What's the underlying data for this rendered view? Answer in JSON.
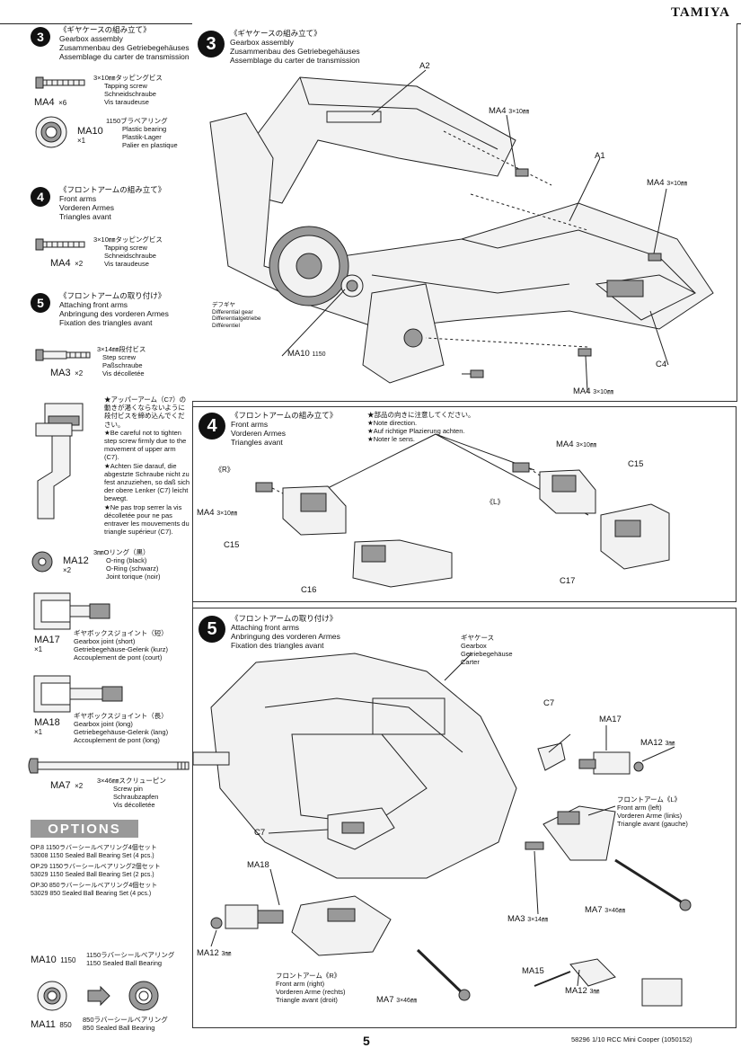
{
  "brand": "TAMIYA",
  "sidebar": {
    "step3": {
      "num": "3",
      "jp": "《ギヤケースの組み立て》",
      "en": "Gearbox assembly",
      "de": "Zusammenbau des Getriebegehäuses",
      "fr": "Assemblage du carter de transmission"
    },
    "ma4_a": {
      "code": "MA4",
      "qty": "×6",
      "jp": "3×10㎜タッピングビス",
      "en": "Tapping screw",
      "de": "Schneidschraube",
      "fr": "Vis taraudeuse"
    },
    "ma10": {
      "code": "MA10",
      "qty": "×1",
      "jp": "1150ブラベアリング",
      "en": "Plastic bearing",
      "de": "Plastik-Lager",
      "fr": "Palier en plastique"
    },
    "step4": {
      "num": "4",
      "jp": "《フロントアームの組み立て》",
      "en": "Front arms",
      "de": "Vorderen Armes",
      "fr": "Triangles avant"
    },
    "ma4_b": {
      "code": "MA4",
      "qty": "×2",
      "jp": "3×10㎜タッピングビス",
      "en": "Tapping screw",
      "de": "Schneidschraube",
      "fr": "Vis taraudeuse"
    },
    "step5": {
      "num": "5",
      "jp": "《フロントアームの取り付け》",
      "en": "Attaching front arms",
      "de": "Anbringung des vorderen Armes",
      "fr": "Fixation des triangles avant"
    },
    "ma3": {
      "code": "MA3",
      "qty": "×2",
      "jp": "3×14㎜段付ビス",
      "en": "Step screw",
      "de": "Paßschraube",
      "fr": "Vis décolletée"
    },
    "warning": {
      "jp": "★アッパーアーム（C7）の動きが渇くならないように段付ビスを締め込んでください。",
      "en": "★Be careful not to tighten step screw firmly due to the movement of upper arm (C7).",
      "de": "★Achten Sie darauf, die abgestzte Schraube nicht zu fest anzuziehen, so daß sich der obere Lenker (C7) leicht bewegt.",
      "fr": "★Ne pas trop serrer la vis décolletée pour ne pas entraver les mouvements du triangle supérieur (C7)."
    },
    "ma12": {
      "code": "MA12",
      "qty": "×2",
      "jp": "3㎜Oリング（黒）",
      "en": "O-ring (black)",
      "de": "O-Ring (schwarz)",
      "fr": "Joint torique (noir)"
    },
    "ma17": {
      "code": "MA17",
      "qty": "×1",
      "jp": "ギヤボックスジョイント（短）",
      "en": "Gearbox joint (short)",
      "de": "Getriebegehäuse-Gelenk (kurz)",
      "fr": "Accouplement de pont (court)"
    },
    "ma18": {
      "code": "MA18",
      "qty": "×1",
      "jp": "ギヤボックスジョイント（長）",
      "en": "Gearbox joint (long)",
      "de": "Getriebegehäuse-Gelenk (lang)",
      "fr": "Accouplement de pont (long)"
    },
    "ma7": {
      "code": "MA7",
      "qty": "×2",
      "jp": "3×46㎜スクリューピン",
      "en": "Screw pin",
      "de": "Schraubzapfen",
      "fr": "Vis décolletée"
    },
    "options_title": "OPTIONS",
    "options": [
      {
        "a": "OP.8  1150ラバーシールベアリング4個セット",
        "b": "53008 1150 Sealed Ball Bearing Set (4 pcs.)"
      },
      {
        "a": "OP.29 1150ラバーシールベアリング2個セット",
        "b": "53029 1150 Sealed Ball Bearing Set (2 pcs.)"
      },
      {
        "a": "OP.30 850ラバーシールベアリング4個セット",
        "b": "53029 850 Sealed Ball Bearing Set (4 pcs.)"
      }
    ],
    "opt_ma10": {
      "code": "MA10",
      "size": "1150",
      "jp": "1150ラバーシールベアリング",
      "en": "1150 Sealed Ball Bearing"
    },
    "opt_ma11": {
      "code": "MA11",
      "size": "850",
      "jp": "850ラバーシールベアリング",
      "en": "850 Sealed Ball Bearing"
    }
  },
  "panel3": {
    "num": "3",
    "jp": "《ギヤケースの組み立て》",
    "en": "Gearbox assembly",
    "de": "Zusammenbau des Getriebegehäuses",
    "fr": "Assemblage du carter de transmission",
    "labels": {
      "a2": "A2",
      "a1": "A1",
      "c4": "C4",
      "ma4_1": "MA4",
      "ma4_1s": "3×10㎜",
      "ma4_2": "MA4",
      "ma4_2s": "3×10㎜",
      "ma4_3": "MA4",
      "ma4_3s": "3×10㎜",
      "ma10": "MA10",
      "ma10s": "1150",
      "diff_jp": "デフギヤ",
      "diff_en": "Differential gear",
      "diff_de": "Differentialgetriebe",
      "diff_fr": "Différentiel"
    }
  },
  "panel4": {
    "num": "4",
    "jp": "《フロントアームの組み立て》",
    "en": "Front arms",
    "de": "Vorderen Armes",
    "fr": "Triangles avant",
    "note_jp": "★部品の向きに注意してください。",
    "note_en": "★Note direction.",
    "note_de": "★Auf richtige Plazierung achten.",
    "note_fr": "★Noter le sens.",
    "labels": {
      "r": "《R》",
      "l": "《L》",
      "ma4_r": "MA4",
      "ma4_rs": "3×10㎜",
      "ma4_l": "MA4",
      "ma4_ls": "3×10㎜",
      "c15_r": "C15",
      "c15_l": "C15",
      "c16": "C16",
      "c17": "C17"
    }
  },
  "panel5": {
    "num": "5",
    "jp": "《フロントアームの取り付け》",
    "en": "Attaching front arms",
    "de": "Anbringung des vorderen Armes",
    "fr": "Fixation des triangles avant",
    "gearbox": {
      "jp": "ギヤケース",
      "en": "Gearbox",
      "de": "Getriebegehäuse",
      "fr": "Carter"
    },
    "arm_l": {
      "jp": "フロントアーム《L》",
      "en": "Front arm (left)",
      "de": "Vorderen Arme (links)",
      "fr": "Triangle avant (gauche)"
    },
    "arm_r": {
      "jp": "フロントアーム《R》",
      "en": "Front arm (right)",
      "de": "Vorderen Arme (rechts)",
      "fr": "Triangle avant (droit)"
    },
    "labels": {
      "c7": "C7",
      "c7b": "C7",
      "ma17": "MA17",
      "ma12a": "MA12",
      "ma12as": "3㎜",
      "ma18": "MA18",
      "ma12b": "MA12",
      "ma12bs": "3㎜",
      "ma12c": "MA12",
      "ma12cs": "3㎜",
      "ma7a": "MA7",
      "ma7as": "3×46㎜",
      "ma7b": "MA7",
      "ma7bs": "3×46㎜",
      "ma3": "MA3",
      "ma3s": "3×14㎜",
      "ma15": "MA15"
    }
  },
  "footer": {
    "page": "5",
    "code": "58296  1/10 RCC Mini Cooper (1050152)"
  }
}
